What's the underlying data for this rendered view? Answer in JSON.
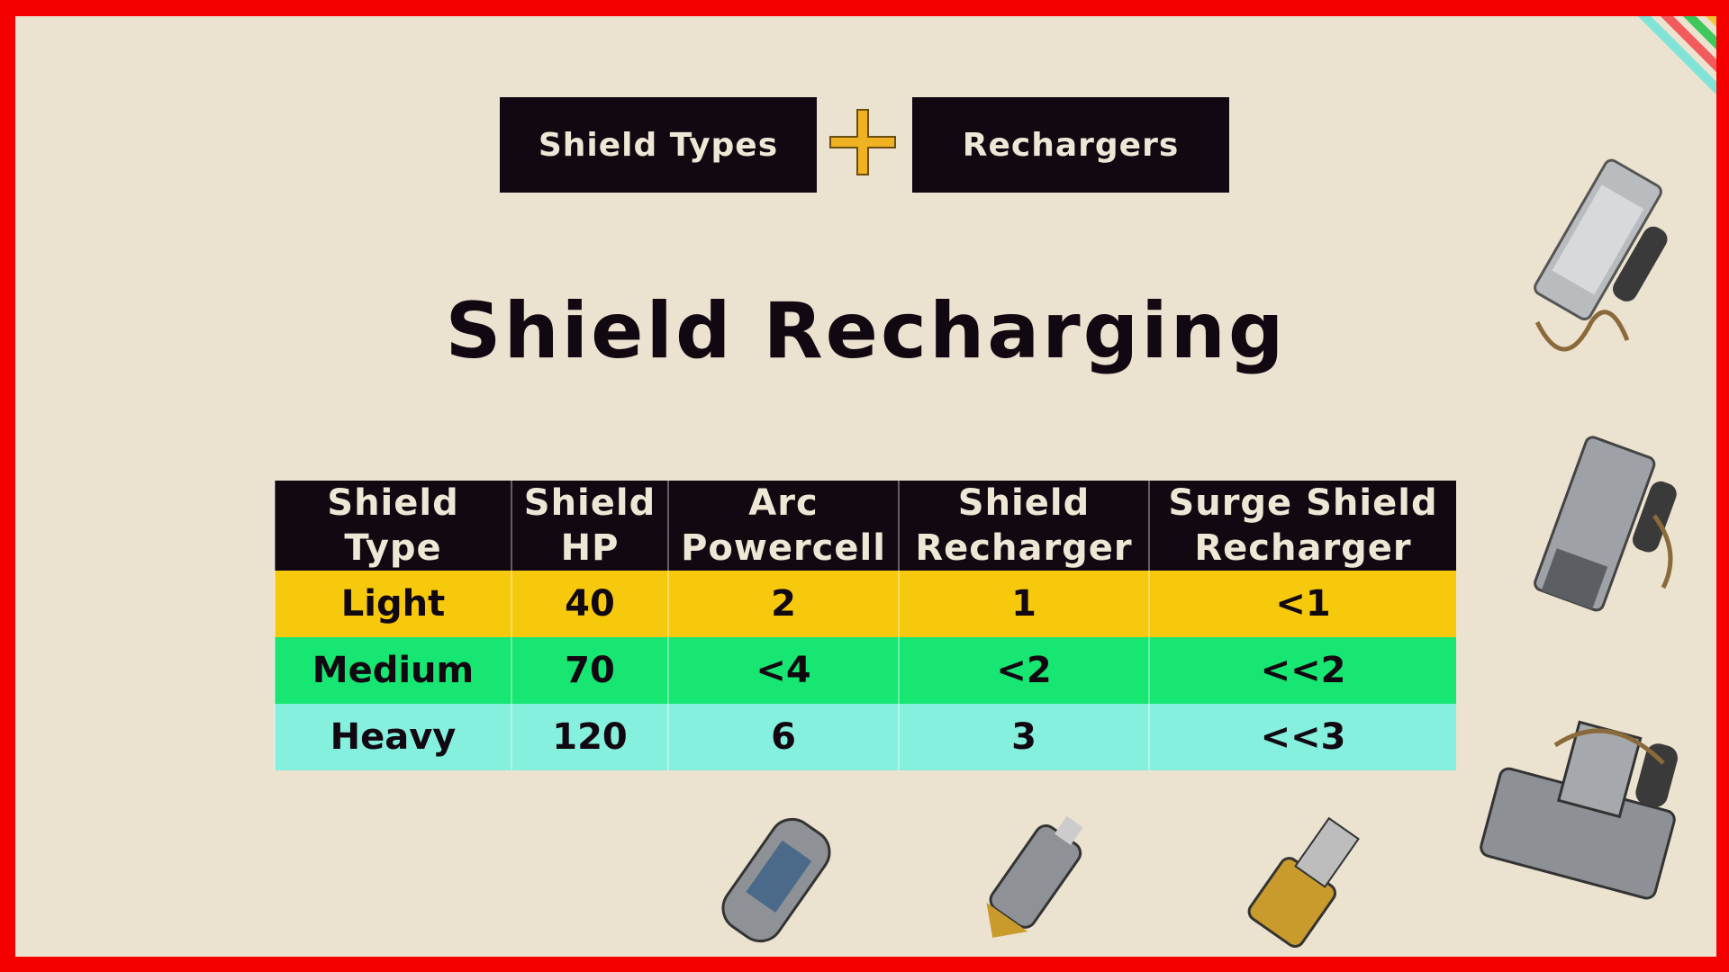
{
  "tags": {
    "left": "Shield Types",
    "right": "Rechargers"
  },
  "title": "Shield Recharging",
  "table": {
    "headers": [
      "Shield\nType",
      "Shield\nHP",
      "Arc\nPowercell",
      "Shield\nRecharger",
      "Surge Shield\nRecharger"
    ],
    "rows": [
      [
        "Light",
        "40",
        "2",
        "1",
        "<1"
      ],
      [
        "Medium",
        "70",
        "<4",
        "<2",
        "<<2"
      ],
      [
        "Heavy",
        "120",
        "6",
        "3",
        "<<3"
      ]
    ]
  },
  "colors": {
    "border": "#f50000",
    "background": "#ebe2cf",
    "dark": "#120812",
    "light": "#f7c90c",
    "medium": "#18e672",
    "heavy": "#86f0df",
    "plus": "#eeb222"
  }
}
